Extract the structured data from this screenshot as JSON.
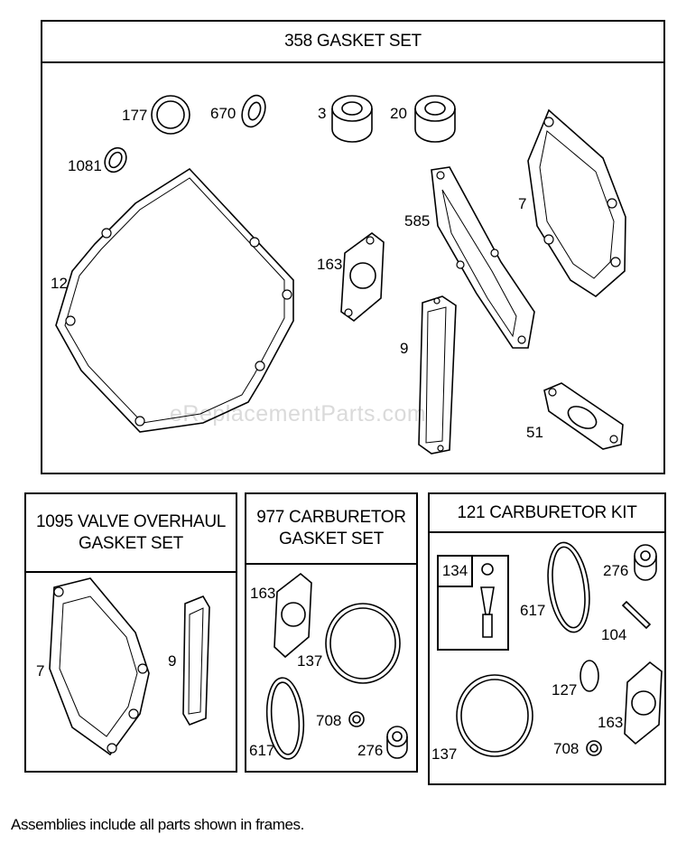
{
  "frames": {
    "main": {
      "title": "358 GASKET SET"
    },
    "valve": {
      "title_line1": "1095 VALVE OVERHAUL",
      "title_line2": "GASKET SET"
    },
    "carb_gasket": {
      "title_line1": "977 CARBURETOR",
      "title_line2": "GASKET SET"
    },
    "carb_kit": {
      "title": "121 CARBURETOR KIT",
      "subassembly": "134"
    }
  },
  "labels": {
    "main": [
      "177",
      "670",
      "3",
      "20",
      "1081",
      "7",
      "585",
      "12",
      "163",
      "9",
      "51"
    ],
    "valve": [
      "7",
      "9"
    ],
    "carb_gasket": [
      "163",
      "137",
      "708",
      "617",
      "276"
    ],
    "carb_kit": [
      "276",
      "617",
      "104",
      "127",
      "137",
      "163",
      "708"
    ]
  },
  "watermark": "eReplacementParts.com",
  "footnote": "Assemblies include all parts shown in frames."
}
